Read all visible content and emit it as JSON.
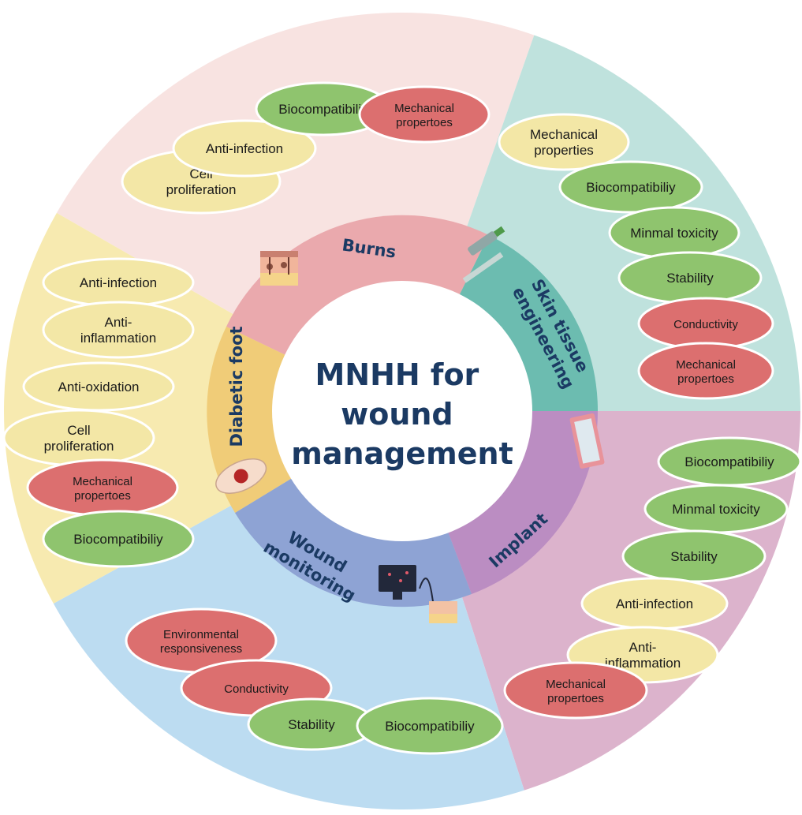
{
  "center": {
    "lines": [
      "MNHH for",
      "wound",
      "management"
    ]
  },
  "colors": {
    "yellow": "#f7eab0",
    "yellow_oval": "#f3e7a6",
    "green_oval": "#8fc46e",
    "red_oval": "#dc6f6f",
    "pink": "#f8e3e1",
    "teal": "#bfe2dd",
    "mauve": "#dcb3cc",
    "blue": "#bcdcf1",
    "ring_burns": "#eaa9ad",
    "ring_skin": "#6cbcb0",
    "ring_implant": "#bb8dc2",
    "ring_wound": "#8ea3d4",
    "ring_diabetic": "#f0cc78",
    "text": "#1b3a63"
  },
  "icons": {
    "burns": "skin-layers-icon",
    "skin": "spray-applicator-icon",
    "implant": "implant-patch-icon",
    "wound": "monitor-signal-icon",
    "diabetic": "foot-ulcer-icon"
  },
  "sectors": {
    "burns": {
      "label": "Burns",
      "items": [
        {
          "text": "Cell proliferation",
          "color": "yellow"
        },
        {
          "text": "Anti-infection",
          "color": "yellow"
        },
        {
          "text": "Biocompatibiliy",
          "color": "green"
        },
        {
          "text": "Mechanical propertoes",
          "color": "red"
        }
      ]
    },
    "skin": {
      "label": "Skin tissue engineering",
      "items": [
        {
          "text": "Mechanical properties",
          "color": "yellow"
        },
        {
          "text": "Biocompatibiliy",
          "color": "green"
        },
        {
          "text": "Minmal toxicity",
          "color": "green"
        },
        {
          "text": "Stability",
          "color": "green"
        },
        {
          "text": "Conductivity",
          "color": "red"
        },
        {
          "text": "Mechanical propertoes",
          "color": "red"
        }
      ]
    },
    "implant": {
      "label": "Implant",
      "items": [
        {
          "text": "Biocompatibiliy",
          "color": "green"
        },
        {
          "text": "Minmal toxicity",
          "color": "green"
        },
        {
          "text": "Stability",
          "color": "green"
        },
        {
          "text": "Anti-infection",
          "color": "yellow"
        },
        {
          "text": "Anti-inflammation",
          "color": "yellow"
        },
        {
          "text": "Mechanical propertoes",
          "color": "red"
        }
      ]
    },
    "wound": {
      "label": "Wound monitoring",
      "items": [
        {
          "text": "Environmental responsiveness",
          "color": "red"
        },
        {
          "text": "Conductivity",
          "color": "red"
        },
        {
          "text": "Stability",
          "color": "green"
        },
        {
          "text": "Biocompatibiliy",
          "color": "green"
        }
      ]
    },
    "diabetic": {
      "label": "Diabetic foot",
      "items": [
        {
          "text": "Anti-infection",
          "color": "yellow"
        },
        {
          "text": "Anti-inflammation",
          "color": "yellow"
        },
        {
          "text": "Anti-oxidation",
          "color": "yellow"
        },
        {
          "text": "Cell proliferation",
          "color": "yellow"
        },
        {
          "text": "Mechanical propertoes",
          "color": "red"
        },
        {
          "text": "Biocompatibiliy",
          "color": "green"
        }
      ]
    }
  }
}
